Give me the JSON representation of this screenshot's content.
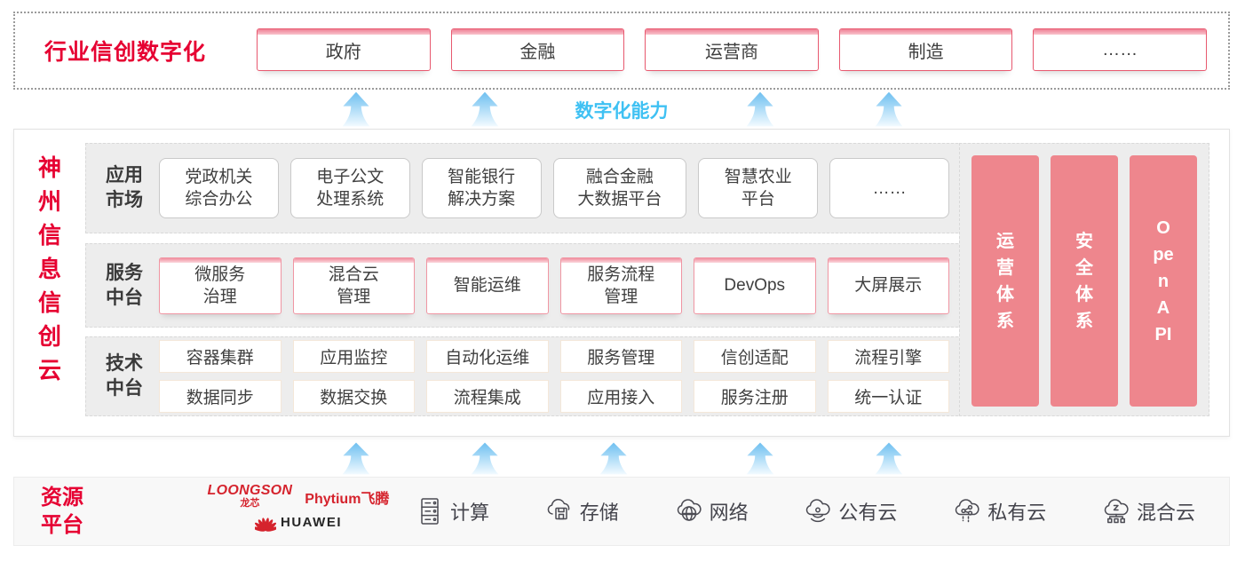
{
  "colors": {
    "accent_red": "#e60032",
    "pink_bar": "#ee868d",
    "blue_label": "#3fc1f3"
  },
  "top_banner": {
    "title": "行业信创数字化",
    "industries": [
      "政府",
      "金融",
      "运营商",
      "制造",
      "……"
    ]
  },
  "capability": {
    "label": "数字化能力"
  },
  "platform": {
    "title": "神州信息信创云",
    "rows": [
      {
        "label": "应用\n市场",
        "items": [
          "党政机关\n综合办公",
          "电子公文\n处理系统",
          "智能银行\n解决方案",
          "融合金融\n大数据平台",
          "智慧农业\n平台",
          "……"
        ]
      },
      {
        "label": "服务\n中台",
        "items": [
          "微服务\n治理",
          "混合云\n管理",
          "智能运维",
          "服务流程\n管理",
          "DevOps",
          "大屏展示"
        ]
      },
      {
        "label": "技术\n中台",
        "items_row1": [
          "容器集群",
          "应用监控",
          "自动化运维",
          "服务管理",
          "信创适配",
          "流程引擎"
        ],
        "items_row2": [
          "数据同步",
          "数据交换",
          "流程集成",
          "应用接入",
          "服务注册",
          "统一认证"
        ]
      }
    ],
    "pillars": [
      "运营体系",
      "安全体系",
      "Open API"
    ]
  },
  "resources": {
    "title": "资源\n平台",
    "vendors": [
      {
        "name": "LOONGSON",
        "sub": "龙芯"
      },
      {
        "name": "Phytium",
        "sub": "飞腾"
      },
      {
        "name": "HUAWEI"
      }
    ],
    "items": [
      {
        "icon": "compute-icon",
        "label": "计算"
      },
      {
        "icon": "storage-icon",
        "label": "存储"
      },
      {
        "icon": "network-icon",
        "label": "网络"
      },
      {
        "icon": "public-cloud-icon",
        "label": "公有云"
      },
      {
        "icon": "private-cloud-icon",
        "label": "私有云"
      },
      {
        "icon": "hybrid-cloud-icon",
        "label": "混合云"
      }
    ]
  }
}
